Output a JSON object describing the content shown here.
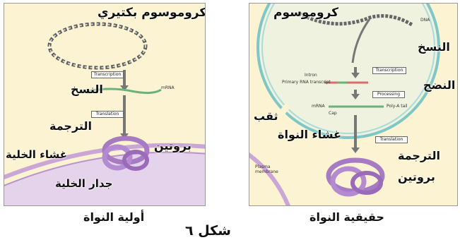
{
  "colors": {
    "panel_bg": "#fbf3d2",
    "cytoplasm": "#f7eecb",
    "nucleus": "#eef2df",
    "nuclear_membrane": "#7ec7c6",
    "cell_wall": "#c9a6d6",
    "protein": "#a77ac4",
    "dna_dark": "#555555",
    "mrna": "#69b27a"
  },
  "prokaryote": {
    "chromosome_label": "كروموسوم بكتيري",
    "transcription_ar": "النسخ",
    "translation_ar": "الترجمة",
    "protein_ar": "بروتين",
    "membrane_ar": "غشاء الخلية",
    "wall_ar": "جدار الخلية",
    "transcription_box": "Transcription",
    "translation_box": "Translation",
    "mrna": "mRNA",
    "caption": "أولية النواة"
  },
  "eukaryote": {
    "chromosome_label": "كروموسوم",
    "dna": "DNA",
    "transcription_ar": "النسخ",
    "maturation_ar": "النضج",
    "pore_ar": "ثقب",
    "envelope_ar": "غشاء النواة",
    "translation_ar": "الترجمة",
    "protein_ar": "بروتين",
    "transcription_box": "Transcription",
    "processing_box": "Processing",
    "translation_box": "Translation",
    "intron": "Intron",
    "primary_transcript": "Primary RNA transcript",
    "mrna": "mRNA",
    "cap": "Cap",
    "polya": "Poly-A tail",
    "plasma_membrane": "Plasma membrane",
    "caption": "حقيقية النواة"
  },
  "figure_caption": "شكل ٦"
}
